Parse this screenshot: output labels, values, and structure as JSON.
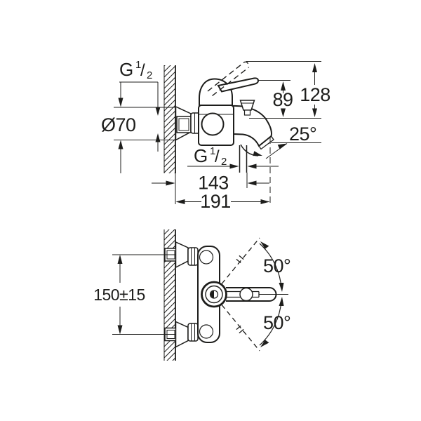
{
  "drawing": {
    "background": "#ffffff",
    "line_color": "#1d1d1b",
    "thread_spec": {
      "prefix": "G",
      "numerator": "1",
      "slash": "/",
      "denominator": "2"
    },
    "side_view": {
      "escutcheon_diameter": "Ø70",
      "spout_to_handle_height": "89",
      "spout_to_raised_lever_height": "128",
      "spout_angle": "25°",
      "wall_to_shower_outlet": "143",
      "wall_to_spout_tip": "191"
    },
    "front_view": {
      "connection_centers_distance": "150±15",
      "lever_swing_up": "50°",
      "lever_swing_down": "50°"
    }
  }
}
